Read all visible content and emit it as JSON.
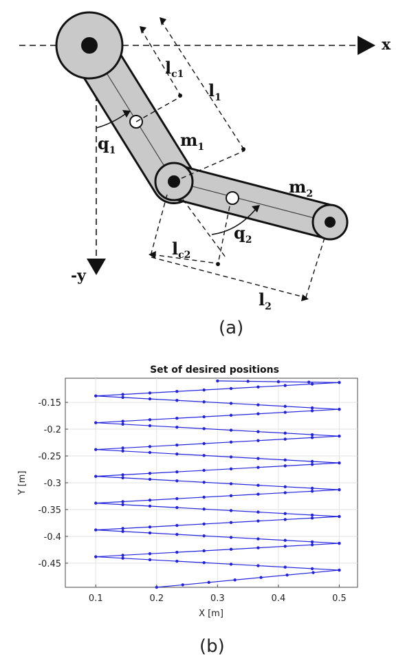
{
  "figure_a": {
    "caption": "(a)",
    "axis_x": "x",
    "axis_y": "-y",
    "labels": {
      "lc1": [
        "l",
        "c1"
      ],
      "l1": [
        "l",
        "1"
      ],
      "q1": [
        "q",
        "1"
      ],
      "m1": [
        "m",
        "1"
      ],
      "m2": [
        "m",
        "2"
      ],
      "q2": [
        "q",
        "2"
      ],
      "lc2": [
        "l",
        "c2"
      ],
      "l2": [
        "l",
        "2"
      ]
    }
  },
  "figure_b": {
    "caption": "(b)"
  },
  "chart_data": {
    "type": "line",
    "title": "Set of desired positions",
    "xlabel": "X [m]",
    "ylabel": "Y [m]",
    "xlim": [
      0.05,
      0.53
    ],
    "ylim": [
      -0.495,
      -0.105
    ],
    "xticks": [
      0.1,
      0.2,
      0.3,
      0.4,
      0.5
    ],
    "yticks": [
      -0.15,
      -0.2,
      -0.25,
      -0.3,
      -0.35,
      -0.4,
      -0.45
    ],
    "xtick_labels": [
      "0.1",
      "0.2",
      "0.3",
      "0.4",
      "0.5"
    ],
    "ytick_labels": [
      "-0.15",
      "-0.2",
      "-0.25",
      "-0.3",
      "-0.35",
      "-0.4",
      "-0.45"
    ],
    "grid": true,
    "line_color": "#2222dd",
    "series": [
      {
        "x": [
          0.3,
          0.5,
          0.1,
          0.5,
          0.1,
          0.5,
          0.1,
          0.5,
          0.1,
          0.5,
          0.1,
          0.5,
          0.1,
          0.5,
          0.1,
          0.5,
          0.2
        ],
        "y": [
          -0.11,
          -0.113,
          -0.138,
          -0.163,
          -0.188,
          -0.213,
          -0.238,
          -0.263,
          -0.288,
          -0.313,
          -0.338,
          -0.363,
          -0.388,
          -0.413,
          -0.438,
          -0.463,
          -0.495
        ]
      }
    ]
  }
}
